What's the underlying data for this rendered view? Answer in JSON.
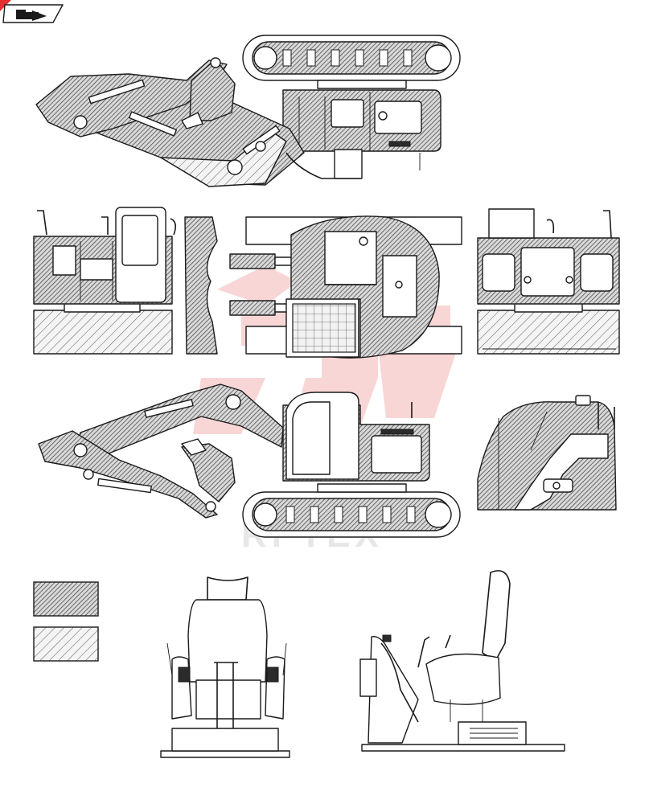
{
  "document": {
    "kind": "excavator-decal-overview",
    "hatch_legend": [
      {
        "pattern": "dense-fine-diagonal"
      },
      {
        "pattern": "sparse-wide-diagonal"
      }
    ],
    "watermark_text": "RPTEX"
  },
  "icons": {
    "corner_tab": "page-corner-tab-icon",
    "nav_shape": "nav-arrow-icon"
  },
  "colors": {
    "outline": "#1a1a1a",
    "watermark": "#e24545",
    "tab": "#e03030"
  }
}
